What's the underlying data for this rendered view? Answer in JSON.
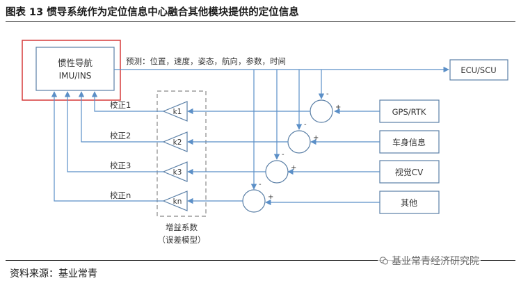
{
  "figure": {
    "title": "图表 13  惯导系统作为定位信息中心融合其他模块提供的定位信息",
    "source": "资料来源：基业常青",
    "watermark": "基业常青经济研究院"
  },
  "diagram": {
    "imu_line1": "惯性导航",
    "imu_line2": "IMU/INS",
    "prediction_label": "预测：位置，速度，姿态，航向，参数，时间",
    "ecu_label": "ECU/SCU",
    "gain_group_line1": "增益系数",
    "gain_group_line2": "（误差模型）",
    "rows": [
      {
        "correction": "校正1",
        "gain": "k1",
        "source": "GPS/RTK"
      },
      {
        "correction": "校正2",
        "gain": "k2",
        "source": "车身信息"
      },
      {
        "correction": "校正3",
        "gain": "k3",
        "source": "视觉CV"
      },
      {
        "correction": "校正n",
        "gain": "kn",
        "source": "其他"
      }
    ],
    "minus_sign": "-",
    "plus_sign": "+"
  },
  "colors": {
    "line": "#5b8fc7",
    "box_border": "#5a7fa6",
    "highlight": "#d63a3a",
    "text": "#333333"
  }
}
